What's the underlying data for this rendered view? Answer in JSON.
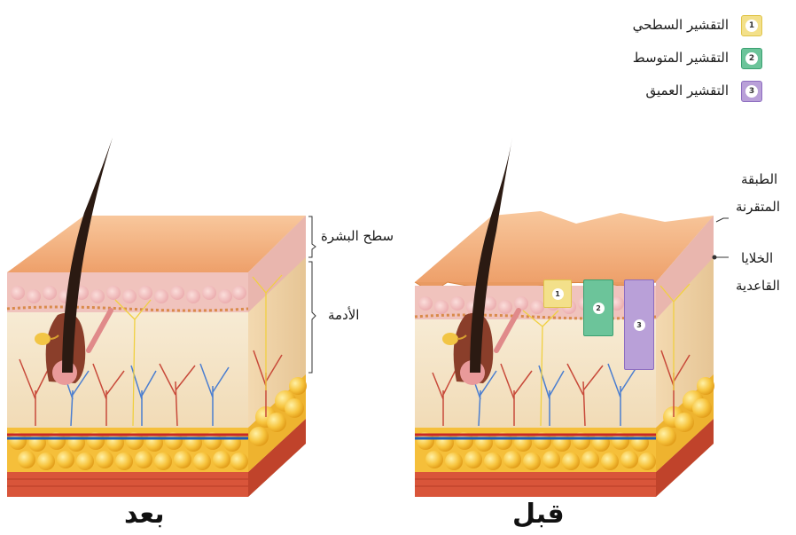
{
  "legend": [
    {
      "num": "1",
      "label": "التقشير السطحي",
      "fill": "#f3e08a",
      "stroke": "#e0c44a"
    },
    {
      "num": "2",
      "label": "التقشير المتوسط",
      "fill": "#6cc49a",
      "stroke": "#3aa070"
    },
    {
      "num": "3",
      "label": "التقشير العميق",
      "fill": "#b9a0d8",
      "stroke": "#8d6dc0"
    }
  ],
  "labels": {
    "epidermis": "سطح البشرة",
    "dermis": "الأدمة",
    "stratum_line1": "الطبقة",
    "stratum_line2": "المتقرنة",
    "basal_line1": "الخلايا",
    "basal_line2": "القاعدية",
    "after": "بعد",
    "before": "قبل"
  },
  "colors": {
    "skin_top": "#f4b07d",
    "epidermis": "#f0c0b8",
    "dermis": "#f6e7cc",
    "fat": "#f7c43d",
    "muscle": "#d9553a",
    "hair": "#2b1a12"
  }
}
